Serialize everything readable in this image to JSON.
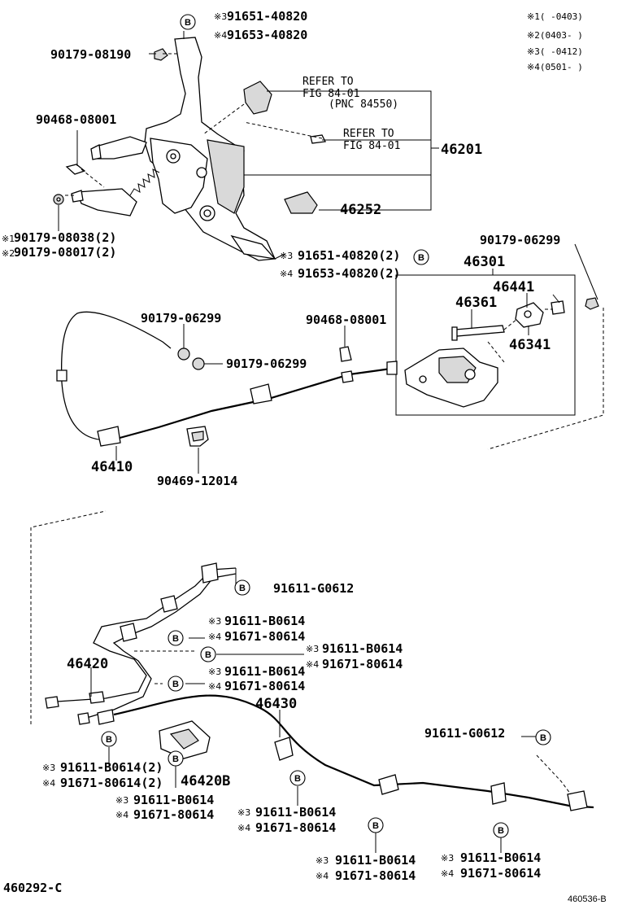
{
  "legend": [
    {
      "mark": "※1",
      "range": "(      -0403)"
    },
    {
      "mark": "※2",
      "range": "(0403-      )"
    },
    {
      "mark": "※3",
      "range": "(      -0412)"
    },
    {
      "mark": "※4",
      "range": "(0501-      )"
    }
  ],
  "bullet": "B",
  "refer_label_1": "REFER TO",
  "refer_fig_1": "FIG 84-01",
  "refer_pnc": "(PNC 84550)",
  "refer_label_2": "REFER TO",
  "refer_fig_2": "FIG 84-01",
  "parts": {
    "p_91651_40820_top": {
      "mark": "※3",
      "number": "91651-40820"
    },
    "p_91653_40820_top": {
      "mark": "※4",
      "number": "91653-40820"
    },
    "p_90179_08190": {
      "number": "90179-08190"
    },
    "p_90468_08001_a": {
      "number": "90468-08001"
    },
    "p_46201": {
      "number": "46201"
    },
    "p_46252": {
      "number": "46252"
    },
    "p_90179_08038": {
      "mark": "※1",
      "number": "90179-08038(2)"
    },
    "p_90179_08017": {
      "mark": "※2",
      "number": "90179-08017(2)"
    },
    "p_91651_40820_2": {
      "mark": "※3",
      "number": "91651-40820(2)"
    },
    "p_91653_40820_2": {
      "mark": "※4",
      "number": "91653-40820(2)"
    },
    "p_90179_06299_r": {
      "number": "90179-06299"
    },
    "p_46301": {
      "number": "46301"
    },
    "p_46441": {
      "number": "46441"
    },
    "p_46361": {
      "number": "46361"
    },
    "p_46341": {
      "number": "46341"
    },
    "p_90179_06299_a": {
      "number": "90179-06299"
    },
    "p_90179_06299_b": {
      "number": "90179-06299"
    },
    "p_90468_08001_b": {
      "number": "90468-08001"
    },
    "p_46410": {
      "number": "46410"
    },
    "p_90469_12014": {
      "number": "90469-12014"
    },
    "p_91611_G0612_a": {
      "number": "91611-G0612"
    },
    "p_91611_B0614_a": {
      "mark": "※3",
      "number": "91611-B0614"
    },
    "p_91671_80614_a": {
      "mark": "※4",
      "number": "91671-80614"
    },
    "p_91611_B0614_b": {
      "mark": "※3",
      "number": "91611-B0614"
    },
    "p_91671_80614_b": {
      "mark": "※4",
      "number": "91671-80614"
    },
    "p_46420": {
      "number": "46420"
    },
    "p_91611_B0614_c": {
      "mark": "※3",
      "number": "91611-B0614"
    },
    "p_91671_80614_c": {
      "mark": "※4",
      "number": "91671-80614"
    },
    "p_46430": {
      "number": "46430"
    },
    "p_91611_G0612_b": {
      "number": "91611-G0612"
    },
    "p_91611_B0614_d": {
      "mark": "※3",
      "number": "91611-B0614(2)"
    },
    "p_91671_80614_d": {
      "mark": "※4",
      "number": "91671-80614(2)"
    },
    "p_46420B": {
      "number": "46420B"
    },
    "p_91611_B0614_e": {
      "mark": "※3",
      "number": "91611-B0614"
    },
    "p_91671_80614_e": {
      "mark": "※4",
      "number": "91671-80614"
    },
    "p_91611_B0614_f": {
      "mark": "※3",
      "number": "91611-B0614"
    },
    "p_91671_80614_f": {
      "mark": "※4",
      "number": "91671-80614"
    },
    "p_91611_B0614_g": {
      "mark": "※3",
      "number": "91611-B0614"
    },
    "p_91671_80614_g": {
      "mark": "※4",
      "number": "91671-80614"
    },
    "p_91611_B0614_h": {
      "mark": "※3",
      "number": "91611-B0614"
    },
    "p_91671_80614_h": {
      "mark": "※4",
      "number": "91671-80614"
    }
  },
  "footer_left": "460292-C",
  "footer_right": "460536-B"
}
